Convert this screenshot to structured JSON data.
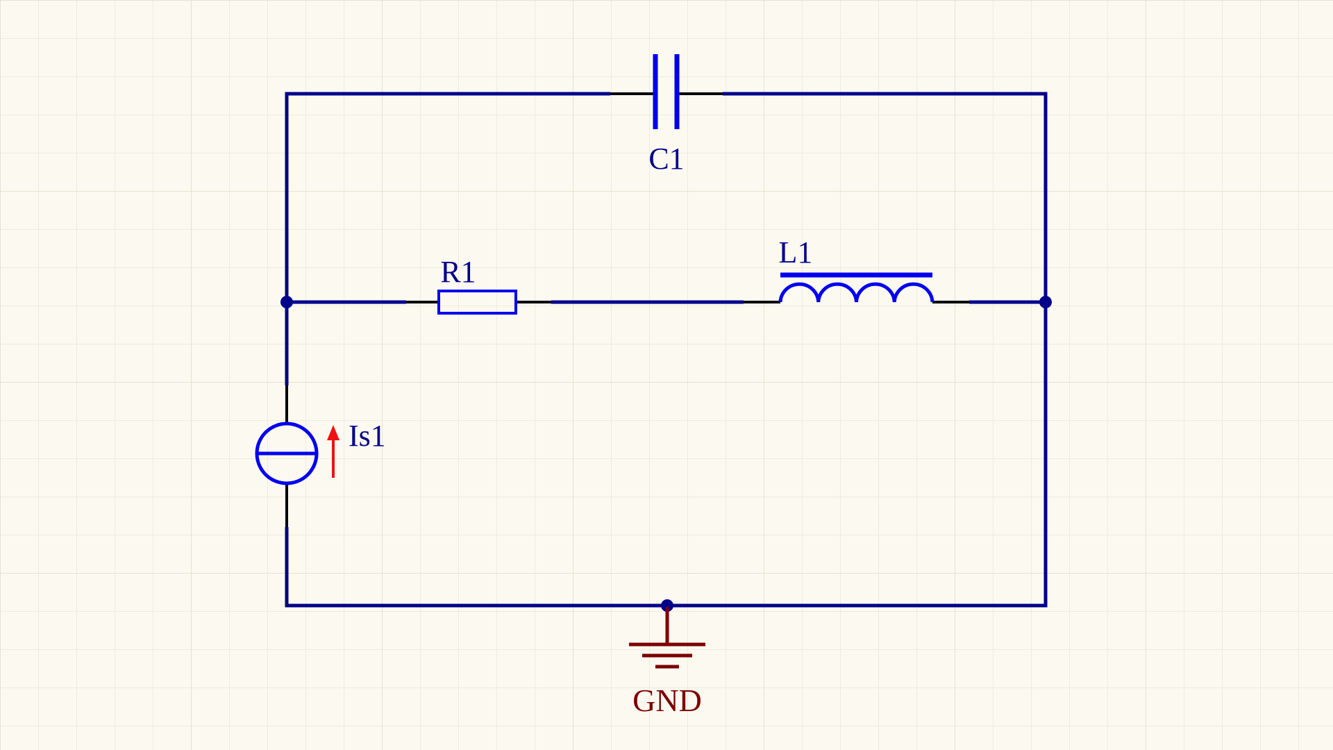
{
  "canvas": {
    "background": "#FCF9F0",
    "grid_minor": "#EFEBE0",
    "grid_major": "#E6E1D3"
  },
  "colors": {
    "wire": "#00008B",
    "component": "#0000EE",
    "pin": "#000000",
    "label": "#00008B",
    "ground": "#7A0000",
    "arrow": "#EE1111"
  },
  "components": {
    "c1": {
      "designator": "C1",
      "type": "capacitor"
    },
    "r1": {
      "designator": "R1",
      "type": "resistor"
    },
    "l1": {
      "designator": "L1",
      "type": "inductor"
    },
    "is1": {
      "designator": "Is1",
      "type": "current-source"
    },
    "gnd": {
      "designator": "GND",
      "type": "ground"
    }
  }
}
